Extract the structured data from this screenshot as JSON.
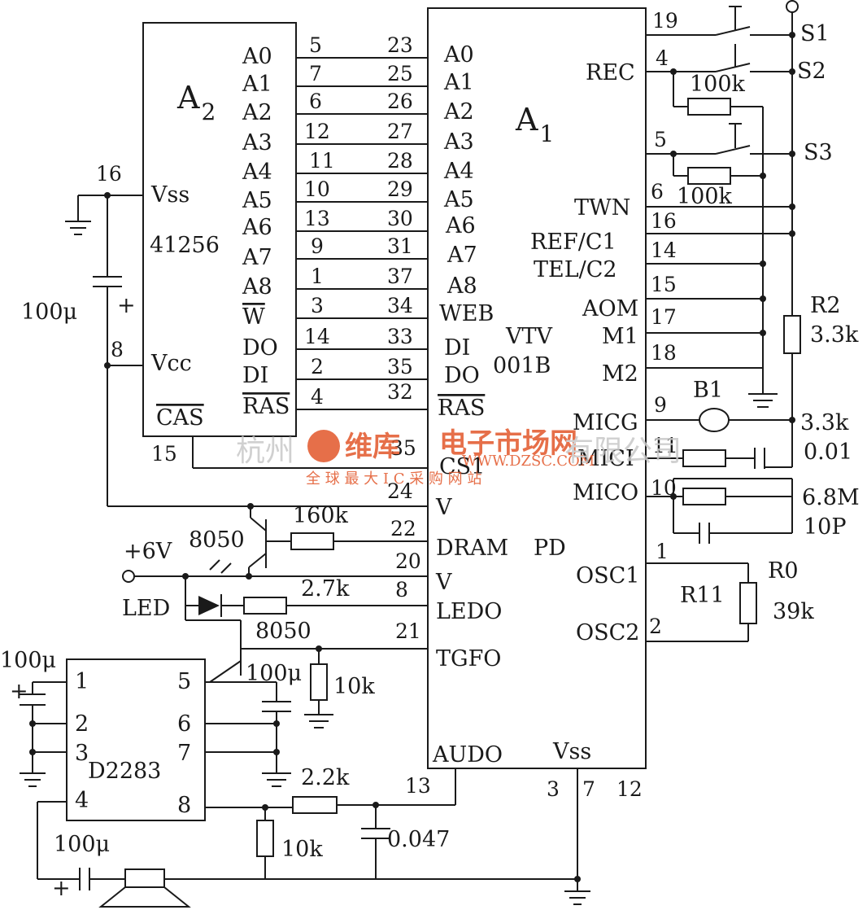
{
  "chips": {
    "a2": {
      "name_main": "A",
      "name_sub": "2",
      "part": "41256"
    },
    "a1": {
      "name_main": "A",
      "name_sub": "1",
      "part_line1": "VTV",
      "part_line2": "001B"
    },
    "d2283": {
      "part": "D2283"
    }
  },
  "a2_pins": {
    "left": [
      {
        "label": "Vss",
        "num": "16"
      },
      {
        "label": "Vcc",
        "num": "8"
      },
      {
        "label": "CAS",
        "num": "15"
      }
    ],
    "right": [
      {
        "label": "A0",
        "num": "5"
      },
      {
        "label": "A1",
        "num": "7"
      },
      {
        "label": "A2",
        "num": "6"
      },
      {
        "label": "A3",
        "num": "12"
      },
      {
        "label": "A4",
        "num": "11"
      },
      {
        "label": "A5",
        "num": "10"
      },
      {
        "label": "A6",
        "num": "13"
      },
      {
        "label": "A7",
        "num": "9"
      },
      {
        "label": "A8",
        "num": "1"
      },
      {
        "label": "W",
        "num": "3"
      },
      {
        "label": "DO",
        "num": "14"
      },
      {
        "label": "DI",
        "num": "2"
      },
      {
        "label": "RAS",
        "num": "4"
      }
    ]
  },
  "a1_pins": {
    "left": [
      {
        "label": "A0",
        "num": "23"
      },
      {
        "label": "A1",
        "num": "25"
      },
      {
        "label": "A2",
        "num": "26"
      },
      {
        "label": "A3",
        "num": "27"
      },
      {
        "label": "A4",
        "num": "28"
      },
      {
        "label": "A5",
        "num": "29"
      },
      {
        "label": "A6",
        "num": "30"
      },
      {
        "label": "A7",
        "num": "31"
      },
      {
        "label": "A8",
        "num": "37"
      },
      {
        "label": "WEB",
        "num": "34"
      },
      {
        "label": "DI",
        "num": "33"
      },
      {
        "label": "DO",
        "num": "35"
      },
      {
        "label": "RAS",
        "num": "32"
      },
      {
        "label": "CS1",
        "num": "35"
      },
      {
        "label": "V",
        "num": "24"
      },
      {
        "label": "DRAM",
        "num": "22"
      },
      {
        "label": "V",
        "num": "20"
      },
      {
        "label": "LEDO",
        "num": "8"
      },
      {
        "label": "TGFO",
        "num": "21"
      }
    ],
    "right": [
      {
        "label": "",
        "num": "19"
      },
      {
        "label": "REC",
        "num": "4"
      },
      {
        "label": "",
        "num": "5"
      },
      {
        "label": "TWN",
        "num": "6"
      },
      {
        "label": "",
        "num": "16"
      },
      {
        "label": "REF/C1",
        "num": "14"
      },
      {
        "label": "TEL/C2",
        "num": ""
      },
      {
        "label": "",
        "num": "15"
      },
      {
        "label": "AOM",
        "num": "17"
      },
      {
        "label": "M1",
        "num": ""
      },
      {
        "label": "",
        "num": "18"
      },
      {
        "label": "M2",
        "num": ""
      },
      {
        "label": "MICG",
        "num": "9"
      },
      {
        "label": "MICI",
        "num": "11"
      },
      {
        "label": "MICO",
        "num": "10"
      },
      {
        "label": "OSC1",
        "num": "1"
      },
      {
        "label": "OSC2",
        "num": "2"
      }
    ],
    "pd_label": "PD",
    "audo_label": "AUDO",
    "audo_num": "13",
    "vss_label": "Vss",
    "vss_nums": [
      "3",
      "7",
      "12"
    ]
  },
  "d2283_pins": {
    "left": [
      "1",
      "2",
      "3",
      "4"
    ],
    "right": [
      "5",
      "6",
      "7",
      "8"
    ]
  },
  "components": {
    "c_100u_left": "100μ",
    "c_plus": "+",
    "r_100k_a": "100k",
    "r_100k_b": "100k",
    "r_160k": "160k",
    "r_2_7k": "2.7k",
    "r_10k_a": "10k",
    "r_2_2k": "2.2k",
    "r_10k_b": "10k",
    "c_0_047": "0.047",
    "c_100u_d1": "100μ",
    "c_100u_t2": "100μ",
    "c_100u_spk": "100μ",
    "r2_name": "R2",
    "r2_val": "3.3k",
    "b1": "B1",
    "r_3_3k": "3.3k",
    "c_0_01": "0.01",
    "r_6_8m": "6.8M",
    "c_10p": "10P",
    "r0_name": "R0",
    "r11_name": "R11",
    "r0_val": "39k",
    "q1": "8050",
    "q2": "8050",
    "supply": "+6V",
    "led": "LED",
    "s1": "S1",
    "s2": "S2",
    "s3": "S3"
  },
  "watermark": {
    "cn_left": "杭州",
    "cn_right": "有限公司",
    "brand": "维库",
    "site_cn": "电子市场网",
    "site_en": "WWW.DZSC.COM",
    "slogan": "全 球 最 大 I C 采 购 网 站"
  }
}
